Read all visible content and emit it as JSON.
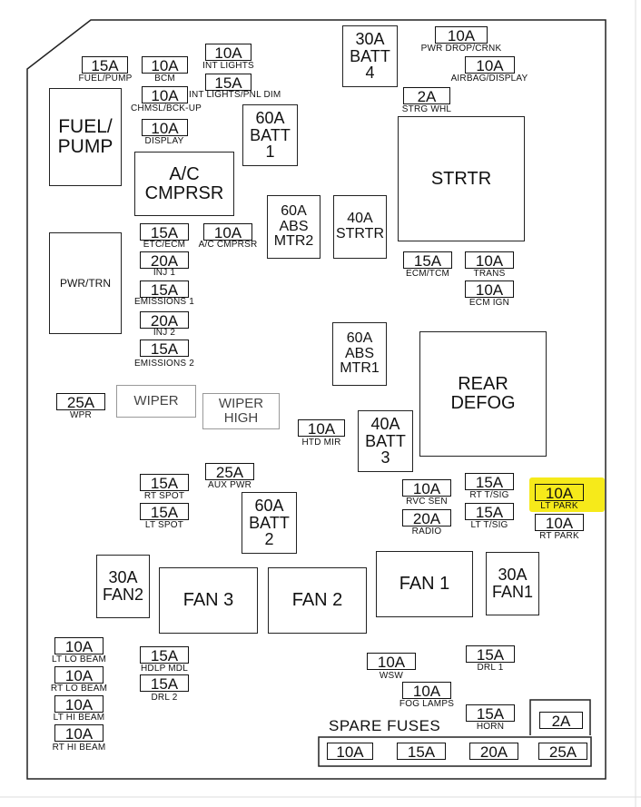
{
  "large_modules": {
    "fuel_pump": "FUEL/\nPUMP",
    "pwr_trn": "PWR/TRN",
    "ac_cmprsr": "A/C\nCMPRSR",
    "strtr": "STRTR",
    "rear_defog": "REAR\nDEFOG",
    "fan1_box": "FAN 1",
    "fan2_box": "FAN 2",
    "fan3_box": "FAN 3"
  },
  "maxi_fuses": {
    "batt4": "30A\nBATT\n4",
    "batt1": "60A\nBATT\n1",
    "abs_mtr2": "60A\nABS\nMTR2",
    "strtr_40": "40A\nSTRTR",
    "abs_mtr1": "60A\nABS\nMTR1",
    "batt3": "40A\nBATT\n3",
    "batt2": "60A\nBATT\n2",
    "fan2_30": "30A\nFAN2",
    "fan1_30": "30A\nFAN1"
  },
  "relay_boxes": {
    "wiper": "WIPER",
    "wiper_high": "WIPER\nHIGH"
  },
  "fuses": [
    {
      "id": "fuel_pump",
      "amp": "15A",
      "label": "FUEL/PUMP"
    },
    {
      "id": "bcm",
      "amp": "10A",
      "label": "BCM"
    },
    {
      "id": "int_lights",
      "amp": "10A",
      "label": "INT LIGHTS"
    },
    {
      "id": "int_lights_pnl",
      "amp": "15A",
      "label": "INT LIGHTS/PNL DIM"
    },
    {
      "id": "chmsl",
      "amp": "10A",
      "label": "CHMSL/BCK-UP"
    },
    {
      "id": "display",
      "amp": "10A",
      "label": "DISPLAY"
    },
    {
      "id": "pwr_drop",
      "amp": "10A",
      "label": "PWR DROP/CRNK"
    },
    {
      "id": "airbag",
      "amp": "10A",
      "label": "AIRBAG/DISPLAY"
    },
    {
      "id": "strg_whl",
      "amp": "2A",
      "label": "STRG WHL"
    },
    {
      "id": "etc_ecm",
      "amp": "15A",
      "label": "ETC/ECM"
    },
    {
      "id": "ac_cmprsr",
      "amp": "10A",
      "label": "A/C CMPRSR"
    },
    {
      "id": "inj1",
      "amp": "20A",
      "label": "INJ 1"
    },
    {
      "id": "emissions1",
      "amp": "15A",
      "label": "EMISSIONS 1"
    },
    {
      "id": "inj2",
      "amp": "20A",
      "label": "INJ 2"
    },
    {
      "id": "emissions2",
      "amp": "15A",
      "label": "EMISSIONS 2"
    },
    {
      "id": "ecm_tcm",
      "amp": "15A",
      "label": "ECM/TCM"
    },
    {
      "id": "trans",
      "amp": "10A",
      "label": "TRANS"
    },
    {
      "id": "ecm_ign",
      "amp": "10A",
      "label": "ECM IGN"
    },
    {
      "id": "wpr",
      "amp": "25A",
      "label": "WPR"
    },
    {
      "id": "htd_mir",
      "amp": "10A",
      "label": "HTD MIR"
    },
    {
      "id": "rt_spot",
      "amp": "15A",
      "label": "RT SPOT"
    },
    {
      "id": "aux_pwr",
      "amp": "25A",
      "label": "AUX PWR"
    },
    {
      "id": "lt_spot",
      "amp": "15A",
      "label": "LT SPOT"
    },
    {
      "id": "rvc_sen",
      "amp": "10A",
      "label": "RVC SEN"
    },
    {
      "id": "rt_tsig",
      "amp": "15A",
      "label": "RT T/SIG"
    },
    {
      "id": "lt_park",
      "amp": "10A",
      "label": "LT PARK",
      "highlighted": true
    },
    {
      "id": "radio",
      "amp": "20A",
      "label": "RADIO"
    },
    {
      "id": "lt_tsig",
      "amp": "15A",
      "label": "LT T/SIG"
    },
    {
      "id": "rt_park",
      "amp": "10A",
      "label": "RT PARK"
    },
    {
      "id": "lt_lo_beam",
      "amp": "10A",
      "label": "LT LO BEAM"
    },
    {
      "id": "rt_lo_beam",
      "amp": "10A",
      "label": "RT LO BEAM"
    },
    {
      "id": "lt_hi_beam",
      "amp": "10A",
      "label": "LT HI BEAM"
    },
    {
      "id": "rt_hi_beam",
      "amp": "10A",
      "label": "RT HI BEAM"
    },
    {
      "id": "hdlp_mdl",
      "amp": "15A",
      "label": "HDLP MDL"
    },
    {
      "id": "drl2",
      "amp": "15A",
      "label": "DRL 2"
    },
    {
      "id": "wsw",
      "amp": "10A",
      "label": "WSW"
    },
    {
      "id": "fog_lamps",
      "amp": "10A",
      "label": "FOG LAMPS"
    },
    {
      "id": "drl1",
      "amp": "15A",
      "label": "DRL 1"
    },
    {
      "id": "horn",
      "amp": "15A",
      "label": "HORN"
    }
  ],
  "spare_fuses": {
    "title": "SPARE FUSES",
    "values": [
      "2A",
      "10A",
      "15A",
      "20A",
      "25A"
    ]
  },
  "highlight_color": "#f6ea1a"
}
